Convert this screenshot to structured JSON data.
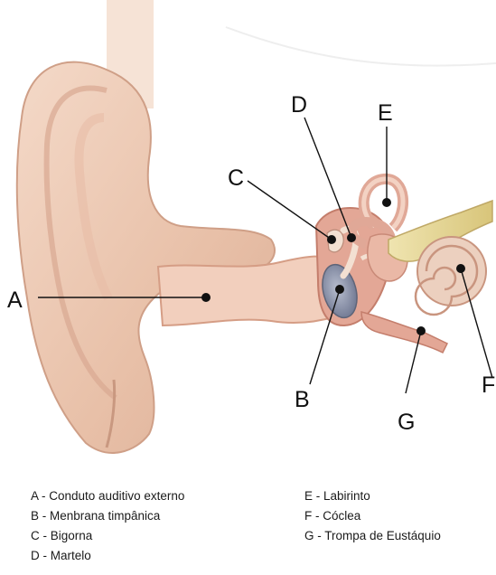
{
  "labels": {
    "A": "A",
    "B": "B",
    "C": "C",
    "D": "D",
    "E": "E",
    "F": "F",
    "G": "G"
  },
  "legend": {
    "left": [
      "A - Conduto auditivo externo",
      "B - Menbrana timpânica",
      "C - Bigorna",
      "D - Martelo"
    ],
    "right": [
      "E - Labirinto",
      "F - Cóclea",
      "G - Trompa de Eustáquio"
    ]
  },
  "colors": {
    "skin": "#ebc6b0",
    "skin_dark": "#d49c84",
    "canal": "#f2cfbd",
    "membrane": "#8d94a8",
    "cochlea": "#ecd0bf",
    "nerve": "#e8dba0",
    "line": "#111111"
  }
}
